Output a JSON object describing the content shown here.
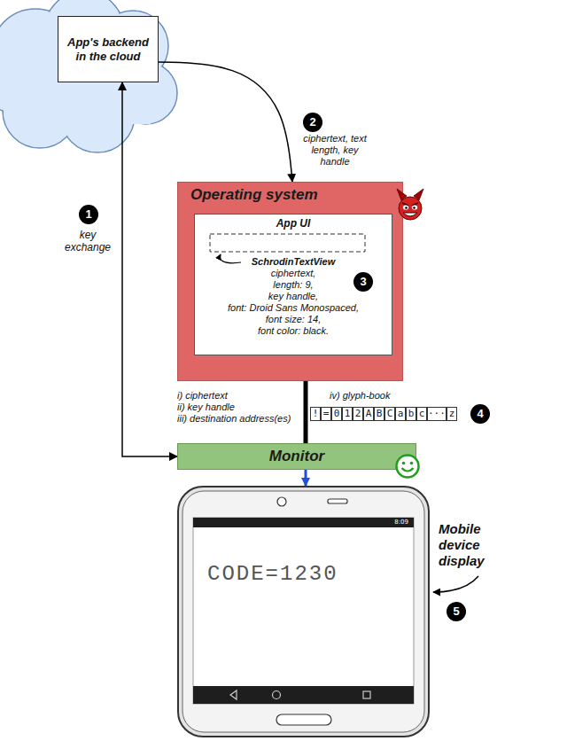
{
  "diagram": {
    "nodes": [
      {
        "text": [
          "App's backend in the cloud"
        ]
      },
      {
        "text": [
          "Operating system"
        ]
      },
      {
        "text": [
          "App UI",
          "SchrodinTextView",
          "ciphertext,",
          "length: 9,",
          "key handle,",
          "font: Droid Sans Monospaced,",
          "font size: 14,",
          "font color: black."
        ],
        "in": 1
      },
      {
        "text": [
          "Monitor"
        ]
      },
      {
        "text": [
          "8:09",
          "CODE=1230"
        ]
      }
    ],
    "edges": [
      {
        "from": 0,
        "to": 3,
        "arrow": "both",
        "label": "key exchange"
      },
      {
        "from": 0,
        "to": 1,
        "arrow": "to",
        "label": "ciphertext, text length, key handle"
      },
      {
        "from": 1,
        "to": 3,
        "arrow": "none"
      },
      {
        "from": 3,
        "to": 4,
        "arrow": "to"
      }
    ],
    "labels": [
      "1",
      "2",
      "3",
      "i) ciphertext",
      "ii) key handle",
      "iii) destination address(es)",
      "iv) glyph-book",
      "!",
      "=",
      "0",
      "1",
      "2",
      "A",
      "B",
      "C",
      "a",
      "b",
      "c",
      "····",
      "z",
      "4",
      "Mobile device display",
      "5"
    ]
  }
}
